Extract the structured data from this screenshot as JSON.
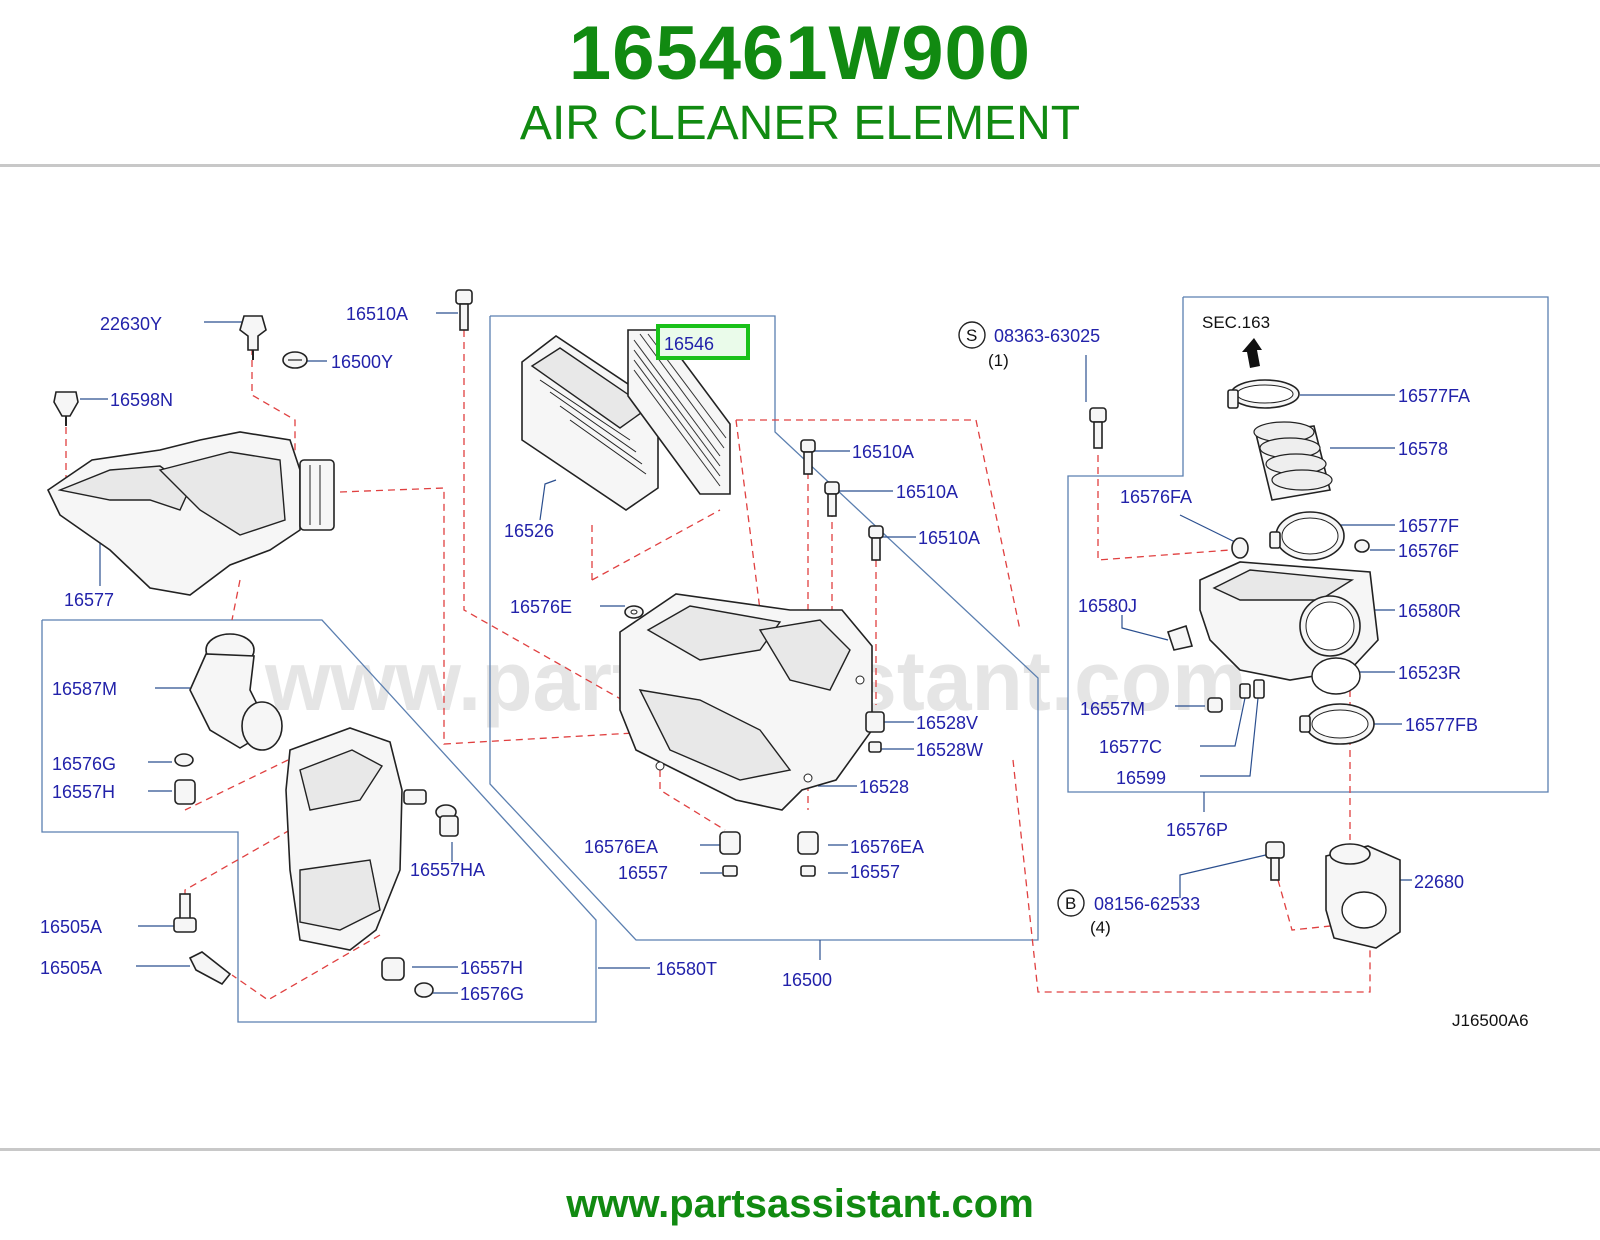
{
  "header": {
    "part_number": "165461W900",
    "part_name": "AIR CLEANER ELEMENT"
  },
  "footer": {
    "url": "www.partsassistant.com"
  },
  "watermark": "www.partsassistant.com",
  "diagram": {
    "code": "J16500A6",
    "highlighted_part": "16546",
    "highlight_color": "#19c119",
    "labels": {
      "l22630Y": "22630Y",
      "l16510A_top": "16510A",
      "l16500Y": "16500Y",
      "l16598N": "16598N",
      "l16577": "16577",
      "l16546": "16546",
      "l16526": "16526",
      "l16510A_1": "16510A",
      "l16510A_2": "16510A",
      "l16510A_3": "16510A",
      "l16576E": "16576E",
      "l16528V": "16528V",
      "l16528W": "16528W",
      "l16528": "16528",
      "l16576EA_l": "16576EA",
      "l16557_l": "16557",
      "l16576EA_r": "16576EA",
      "l16557_r": "16557",
      "l16500": "16500",
      "l16587M": "16587M",
      "l16576G_l": "16576G",
      "l16557H_l": "16557H",
      "l16557HA": "16557HA",
      "l16505A_1": "16505A",
      "l16505A_2": "16505A",
      "l16557H_r": "16557H",
      "l16576G_r": "16576G",
      "l16580T": "16580T",
      "s_circle": "S",
      "l08363": "08363-63025",
      "q08363": "(1)",
      "sec163": "SEC.163",
      "l16577FA": "16577FA",
      "l16578": "16578",
      "l16576FA": "16576FA",
      "l16577F": "16577F",
      "l16576F": "16576F",
      "l16580J": "16580J",
      "l16580R": "16580R",
      "l16523R": "16523R",
      "l16557M": "16557M",
      "l16577FB": "16577FB",
      "l16577C": "16577C",
      "l16599": "16599",
      "l16576P": "16576P",
      "b_circle": "B",
      "l08156": "08156-62533",
      "q08156": "(4)",
      "l22680": "22680"
    }
  }
}
